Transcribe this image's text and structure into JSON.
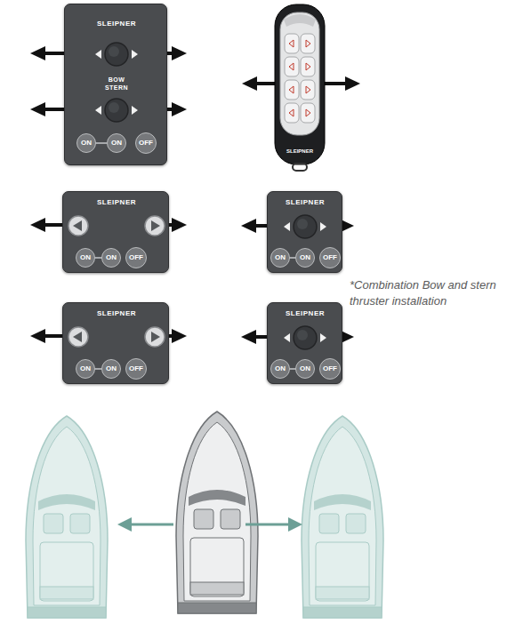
{
  "diagram": {
    "nodes": [
      {
        "text": [
          "SLEIPNER",
          "BOW",
          "STERN"
        ]
      },
      {
        "text": [
          "ON"
        ],
        "in": 0
      },
      {
        "text": [
          "ON"
        ],
        "in": 0
      },
      {
        "text": [
          "OFF"
        ],
        "in": 0
      },
      {
        "text": [
          "SLEIPNER"
        ]
      },
      {
        "text": [
          "SLEIPNER"
        ]
      },
      {
        "text": [
          "ON"
        ],
        "in": 5
      },
      {
        "text": [
          "ON"
        ],
        "in": 5
      },
      {
        "text": [
          "OFF"
        ],
        "in": 5
      },
      {
        "text": [
          "SLEIPNER"
        ]
      },
      {
        "text": [
          "ON"
        ],
        "in": 9
      },
      {
        "text": [
          "ON"
        ],
        "in": 9
      },
      {
        "text": [
          "OFF"
        ],
        "in": 9
      },
      {
        "text": [
          "SLEIPNER"
        ]
      },
      {
        "text": [
          "ON"
        ],
        "in": 13
      },
      {
        "text": [
          "ON"
        ],
        "in": 13
      },
      {
        "text": [
          "OFF"
        ],
        "in": 13
      },
      {
        "text": [
          "SLEIPNER"
        ]
      },
      {
        "text": [
          "ON"
        ],
        "in": 17
      },
      {
        "text": [
          "ON"
        ],
        "in": 17
      },
      {
        "text": [
          "OFF"
        ],
        "in": 17
      }
    ],
    "labels": [
      "*Combination Bow and stern thruster installation"
    ]
  }
}
